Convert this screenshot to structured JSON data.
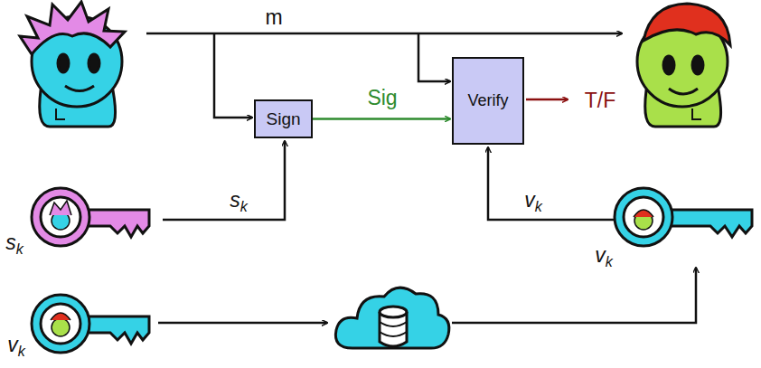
{
  "diagram": {
    "nodes": [
      {
        "text": [
          "Sign"
        ]
      },
      {
        "text": [
          "Verify"
        ]
      }
    ],
    "edges": [
      {
        "from": 0,
        "to": 1,
        "arrow": "to",
        "label": "Sig"
      }
    ],
    "labels": [
      "m",
      "T/F",
      "sk",
      "vk",
      "sk",
      "vk",
      "vk"
    ]
  }
}
